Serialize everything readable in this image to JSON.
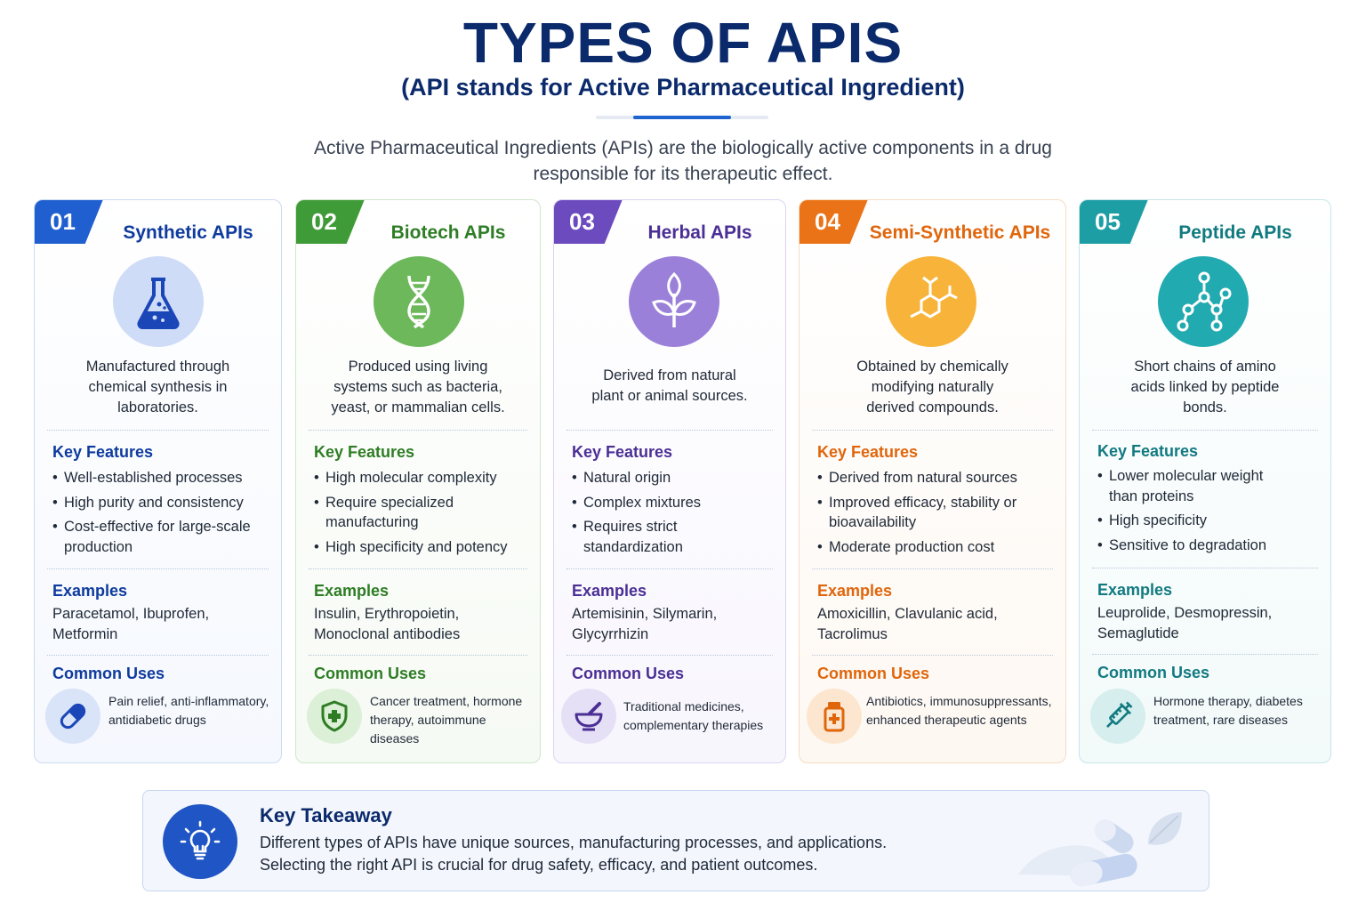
{
  "header": {
    "title": "TYPES OF APIS",
    "subtitle": "(API stands for Active Pharmaceutical Ingredient)",
    "intro_line1": "Active Pharmaceutical Ingredients (APIs) are the biologically active components in a drug",
    "intro_line2": "responsible for its therapeutic effect."
  },
  "labels": {
    "key_features": "Key Features",
    "examples": "Examples",
    "common_uses": "Common Uses"
  },
  "colors": {
    "synthetic": "#1f5fcf",
    "biotech": "#3f9b37",
    "herbal": "#6c4bbf",
    "semi": "#ea7318",
    "peptide": "#1d9da4"
  },
  "cards": [
    {
      "number": "01",
      "title": "Synthetic APIs",
      "icon": "flask-icon",
      "desc": [
        "Manufactured through",
        "chemical synthesis in",
        "laboratories."
      ],
      "features": [
        "Well-established processes",
        "High purity and consistency",
        "Cost-effective for large-scale production"
      ],
      "examples": "Paracetamol, Ibuprofen, Metformin",
      "use_icon": "capsule-icon",
      "uses": "Pain relief, anti-inflammatory, antidiabetic drugs"
    },
    {
      "number": "02",
      "title": "Biotech APIs",
      "icon": "dna-icon",
      "desc": [
        "Produced using living",
        "systems such as bacteria,",
        "yeast, or mammalian cells."
      ],
      "features": [
        "High molecular complexity",
        "Require specialized manufacturing",
        "High specificity and potency"
      ],
      "examples": "Insulin, Erythropoietin, Monoclonal antibodies",
      "use_icon": "shield-cross-icon",
      "uses": "Cancer treatment, hormone therapy, autoimmune diseases"
    },
    {
      "number": "03",
      "title": "Herbal APIs",
      "icon": "leaf-icon",
      "desc": [
        "Derived from natural",
        "plant or animal sources."
      ],
      "features": [
        "Natural origin",
        "Complex mixtures",
        "Requires strict standardization"
      ],
      "examples": "Artemisinin, Silymarin, Glycyrrhizin",
      "use_icon": "mortar-pestle-icon",
      "uses": "Traditional medicines, complementary therapies"
    },
    {
      "number": "04",
      "title": "Semi-Synthetic APIs",
      "icon": "molecule-icon",
      "desc": [
        "Obtained by chemically",
        "modifying naturally",
        "derived compounds."
      ],
      "features": [
        "Derived from natural sources",
        "Improved efficacy, stability or bioavailability",
        "Moderate production cost"
      ],
      "examples": "Amoxicillin, Clavulanic acid, Tacrolimus",
      "use_icon": "medicine-bottle-icon",
      "uses": "Antibiotics, immunosuppressants, enhanced therapeutic agents"
    },
    {
      "number": "05",
      "title": "Peptide APIs",
      "icon": "peptide-chain-icon",
      "desc": [
        "Short chains of amino",
        "acids linked by peptide",
        "bonds."
      ],
      "features": [
        "Lower molecular weight than proteins",
        "High specificity",
        "Sensitive to degradation"
      ],
      "examples": "Leuprolide, Desmopressin, Semaglutide",
      "use_icon": "syringe-icon",
      "uses": "Hormone therapy, diabetes treatment, rare diseases"
    }
  ],
  "takeaway": {
    "icon": "lightbulb-icon",
    "title": "Key Takeaway",
    "line1": "Different types of APIs have unique sources, manufacturing processes, and applications.",
    "line2": "Selecting the right API is crucial for drug safety, efficacy, and patient outcomes."
  }
}
